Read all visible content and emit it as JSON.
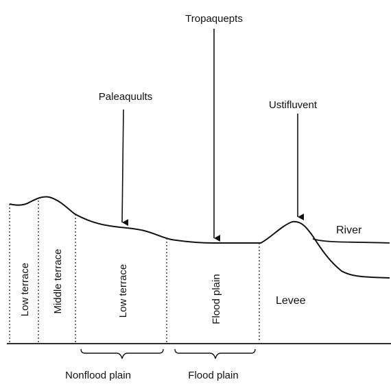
{
  "soil_labels": {
    "tropaquepts": "Tropaquepts",
    "paleaquults": "Paleaquults",
    "ustifluvent": "Ustifluvent"
  },
  "zones": {
    "low_terrace_left": "Low terrace",
    "middle_terrace": "Middle terrace",
    "low_terrace_center": "Low terrace",
    "flood_plain": "Flood plain"
  },
  "side_labels": {
    "river": "River",
    "levee": "Levee"
  },
  "groups": {
    "nonflood_plain": "Nonflood plain",
    "flood_plain": "Flood plain"
  }
}
